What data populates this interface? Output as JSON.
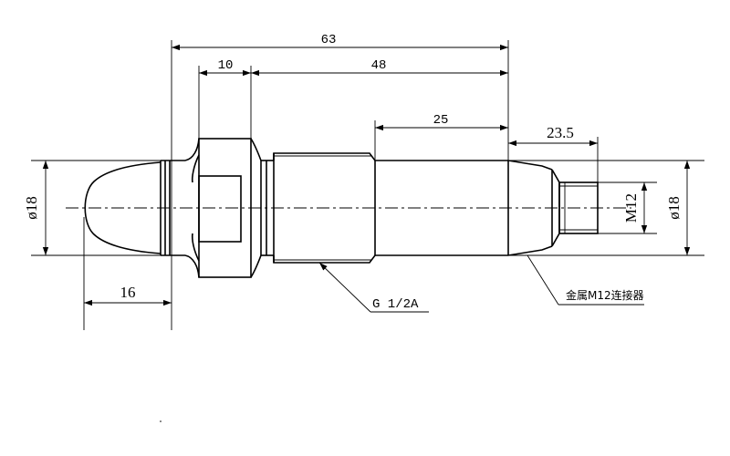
{
  "dimensions": {
    "overall_length": "63",
    "hex_width": "10",
    "body_length": "48",
    "thread_length": "25",
    "connector_length": "23.5",
    "tip_length": "16",
    "tip_diameter": "ø18",
    "body_diameter": "ø18",
    "connector_thread": "M12"
  },
  "callouts": {
    "thread_spec": "G 1/2A",
    "connector_note": "金属M12连接器"
  }
}
